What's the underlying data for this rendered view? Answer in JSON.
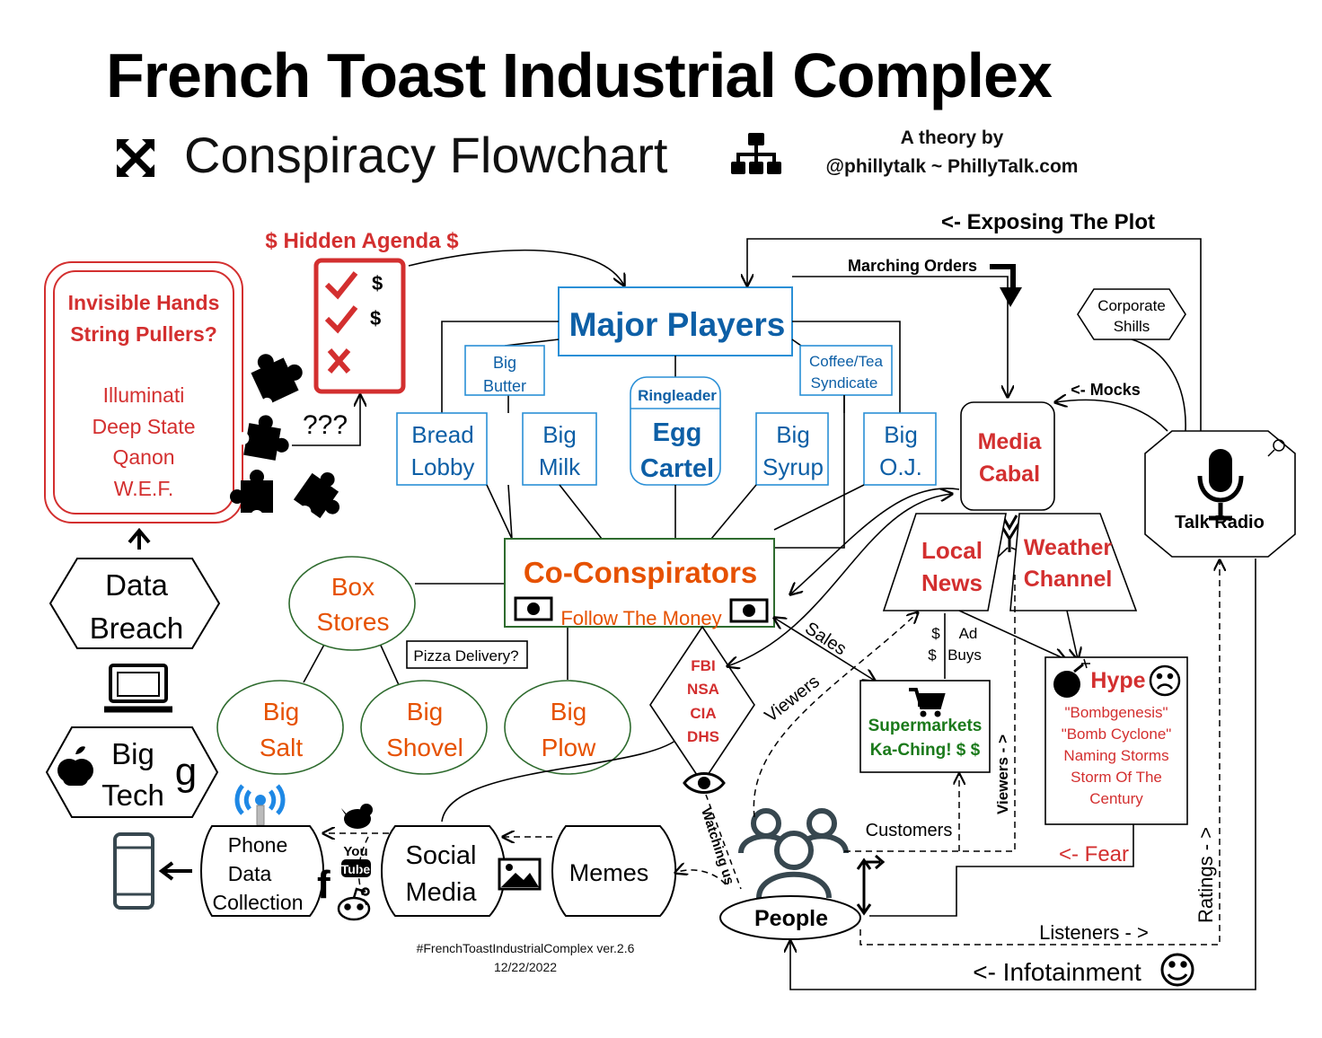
{
  "header": {
    "title": "French Toast Industrial Complex",
    "subtitle": "Conspiracy Flowchart",
    "byline_1": "A theory by",
    "byline_2": "@phillytalk ~ PhillyTalk.com"
  },
  "footer": {
    "hashtag": "#FrenchToastIndustrialComplex ver.2.6",
    "date": "12/22/2022"
  },
  "colors": {
    "red": "#d32f2f",
    "blue": "#0d5fa6",
    "box_blue": "#2a8fd6",
    "green": "#2e6b2e",
    "orange": "#e65100",
    "dark_green_text": "#1b7a1b"
  },
  "nodes": {
    "hidden_agenda": "$ Hidden  Agenda $",
    "agenda_dollar_1": "$",
    "agenda_dollar_2": "$",
    "string_pullers_1": "Invisible Hands",
    "string_pullers_2": "String Pullers?",
    "illuminati": "Illuminati",
    "deep_state": "Deep State",
    "qanon": "Qanon",
    "wef": "W.E.F.",
    "question_marks": "???",
    "data_breach_1": "Data",
    "data_breach_2": "Breach",
    "big_tech_1": "Big",
    "big_tech_2": "Tech",
    "major_players": "Major Players",
    "big_butter_1": "Big",
    "big_butter_2": "Butter",
    "coffee_tea_1": "Coffee/Tea",
    "coffee_tea_2": "Syndicate",
    "bread_lobby_1": "Bread",
    "bread_lobby_2": "Lobby",
    "big_milk_1": "Big",
    "big_milk_2": "Milk",
    "ringleader": "Ringleader",
    "egg_cartel_1": "Egg",
    "egg_cartel_2": "Cartel",
    "big_syrup_1": "Big",
    "big_syrup_2": "Syrup",
    "big_oj_1": "Big",
    "big_oj_2": "O.J.",
    "co_conspirators": "Co-Conspirators",
    "follow_money": "Follow The Money",
    "box_stores_1": "Box",
    "box_stores_2": "Stores",
    "pizza_delivery": "Pizza Delivery?",
    "big_salt_1": "Big",
    "big_salt_2": "Salt",
    "big_shovel_1": "Big",
    "big_shovel_2": "Shovel",
    "big_plow_1": "Big",
    "big_plow_2": "Plow",
    "fbi": "FBI",
    "nsa": "NSA",
    "cia": "CIA",
    "dhs": "DHS",
    "watching_us": "Watching us",
    "phone_data_1": "Phone",
    "phone_data_2": "Data",
    "phone_data_3": "Collection",
    "social_media_1": "Social",
    "social_media_2": "Media",
    "memes": "Memes",
    "people": "People",
    "marching_orders": "Marching Orders",
    "exposing_plot": "<- Exposing The Plot",
    "corporate_shills_1": "Corporate",
    "corporate_shills_2": "Shills",
    "mocks": "<- Mocks",
    "media_cabal_1": "Media",
    "media_cabal_2": "Cabal",
    "talk_radio": "Talk Radio",
    "local_news_1": "Local",
    "local_news_2": "News",
    "weather_channel_1": "Weather",
    "weather_channel_2": "Channel",
    "sales": "Sales",
    "viewers_1": "Viewers",
    "ad_buys_1": "$",
    "ad_buys_2": "$",
    "ad_buys_3": "Ad",
    "ad_buys_4": "Buys",
    "supermarkets_1": "Supermarkets",
    "supermarkets_2": "Ka-Ching! $ $",
    "viewers_2": "Viewers - >",
    "hype": "Hype",
    "hype_1": "\"Bombgenesis\"",
    "hype_2": "\"Bomb Cyclone\"",
    "hype_3": "Naming Storms",
    "hype_4": "Storm Of The",
    "hype_5": "Century",
    "customers": "Customers",
    "fear": "<- Fear",
    "ratings": "Ratings - >",
    "listeners": "Listeners - >",
    "infotainment": "<- Infotainment",
    "youtube_1": "You",
    "youtube_2": "Tube"
  },
  "icons": [
    "arrows-expand-icon",
    "org-chart-icon",
    "checklist-icon",
    "puzzle-pieces-icon",
    "laptop-icon",
    "apple-logo-icon",
    "google-logo-icon",
    "wifi-tower-icon",
    "smartphone-icon",
    "twitter-icon",
    "facebook-icon",
    "youtube-icon",
    "reddit-icon",
    "image-icon",
    "eye-icon",
    "people-group-icon",
    "microphone-icon",
    "magnifier-icon",
    "shopping-cart-icon",
    "bomb-icon",
    "frown-icon",
    "smile-icon",
    "money-bill-icon",
    "antenna-icon"
  ]
}
